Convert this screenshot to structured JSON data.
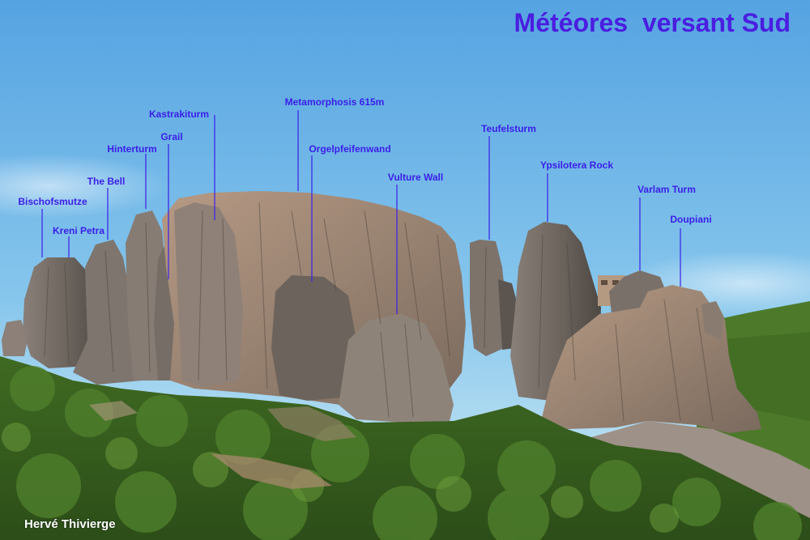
{
  "title": "Météores  versant Sud",
  "credit": "Hervé Thivierge",
  "colors": {
    "label": "#3a1ee8",
    "title": "#4a1ee0",
    "sky_top": "#5aa6e4",
    "sky_bottom": "#cfe9f4"
  },
  "labels": {
    "bischofsmutze": "Bischofsmutze",
    "kreni_petra": "Kreni Petra",
    "the_bell": "The Bell",
    "hinterturm": "Hinterturm",
    "grail": "Grail",
    "kastrakiturm": "Kastrakiturm",
    "metamorphosis": "Metamorphosis 615m",
    "orgelpfeifenwand": "Orgelpfeifenwand",
    "vulture_wall": "Vulture Wall",
    "teufelsturm": "Teufelsturm",
    "ypsilotera_rock": "Ypsilotera Rock",
    "varlam_turm": "Varlam Turm",
    "doupiani": "Doupiani"
  }
}
